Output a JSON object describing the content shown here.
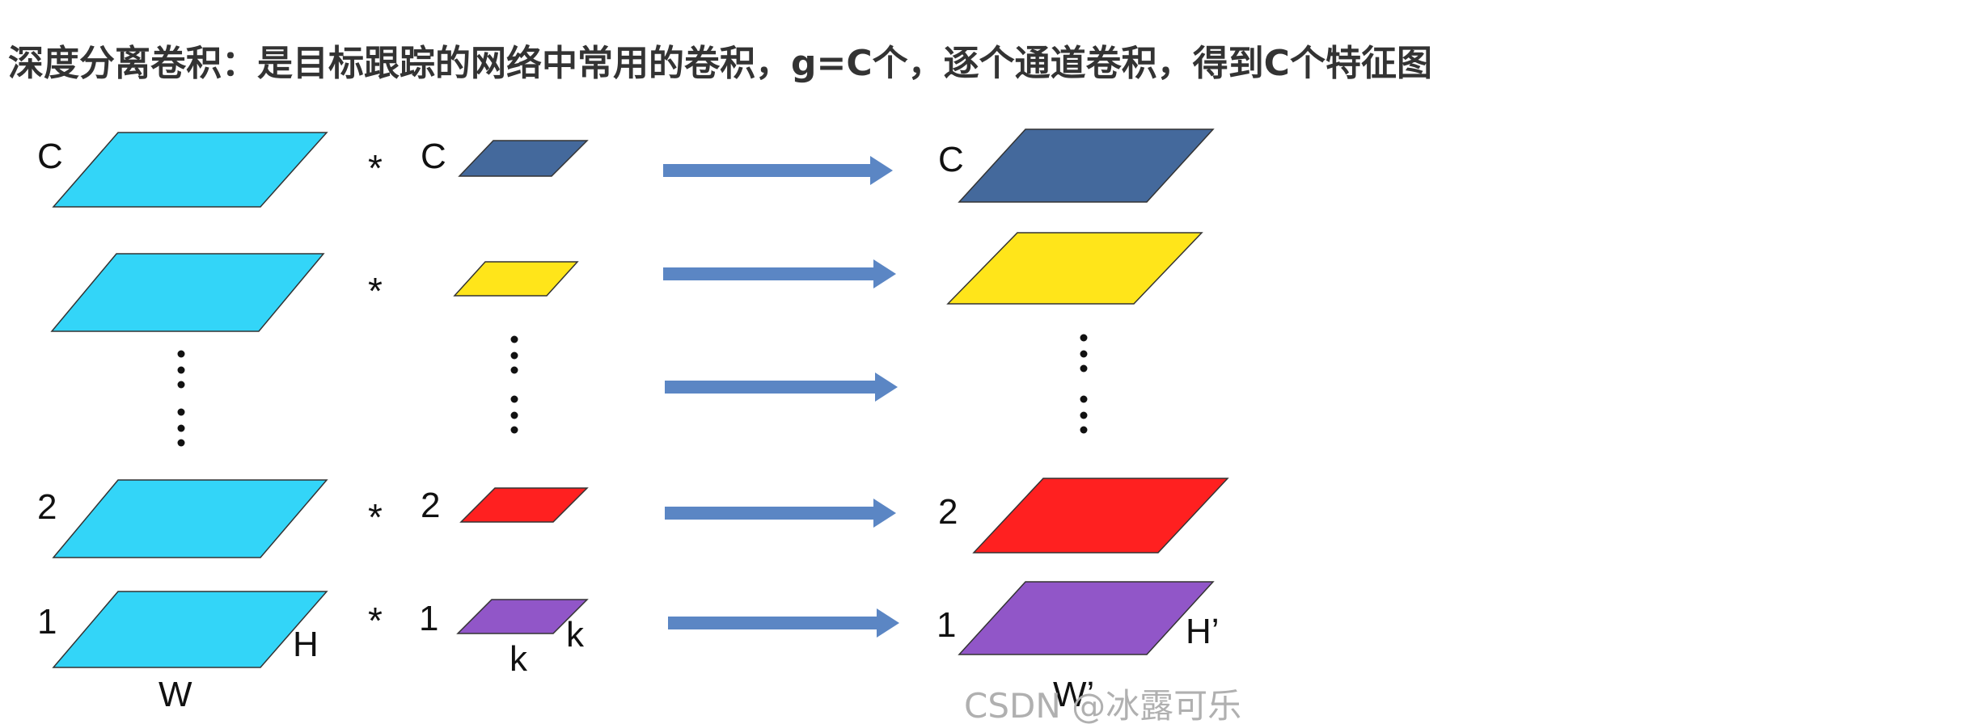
{
  "title": "深度分离卷积：是目标跟踪的网络中常用的卷积，g=C个，逐个通道卷积，得到C个特征图",
  "rows": [
    {
      "id": "row-c",
      "input_label": "C",
      "kernel_label": "C",
      "output_label": "C",
      "operator": "*",
      "kernel_color": "#44699c",
      "output_color": "#44699c"
    },
    {
      "id": "row-blank",
      "input_label": "",
      "kernel_label": "",
      "output_label": "",
      "operator": "*",
      "kernel_color": "#ffe51a",
      "output_color": "#ffe51a"
    },
    {
      "id": "row-2",
      "input_label": "2",
      "kernel_label": "2",
      "output_label": "2",
      "operator": "*",
      "kernel_color": "#ff2020",
      "output_color": "#ff2020"
    },
    {
      "id": "row-1",
      "input_label": "1",
      "kernel_label": "1",
      "output_label": "1",
      "operator": "*",
      "kernel_color": "#9156c8",
      "output_color": "#9156c8"
    }
  ],
  "dimension_labels": {
    "input_width": "W",
    "input_height": "H",
    "kernel_width": "k",
    "kernel_height": "k",
    "output_width": "W’",
    "output_height": "H’"
  },
  "colors": {
    "input_fill": "#33d5f8",
    "arrow": "#5b86c4",
    "outline": "#333333"
  },
  "watermark": "CSDN @冰露可乐"
}
